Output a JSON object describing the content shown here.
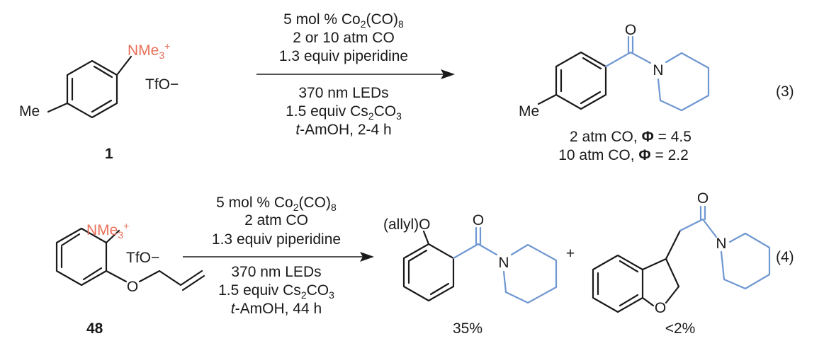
{
  "colors": {
    "text": "#1a1a1a",
    "ammonium": "#e8705a",
    "amide": "#6f97d2"
  },
  "reaction3": {
    "substrate": {
      "group": "NMe",
      "group_sub": "3",
      "charge": "+",
      "counterion": "TfO−",
      "methyl": "Me",
      "label": "1"
    },
    "conditions_above": {
      "line1_pre": "5 mol % Co",
      "line1_sub1": "2",
      "line1_mid": "(CO)",
      "line1_sub2": "8",
      "line2": "2 or 10 atm CO",
      "line3": "1.3 equiv piperidine"
    },
    "conditions_below": {
      "line1": "370 nm LEDs",
      "line2_pre": "1.5 equiv Cs",
      "line2_sub": "2",
      "line2_post": "CO",
      "line2_sub2": "3",
      "line3_italic": "t",
      "line3_rest": "-AmOH, 2-4 h"
    },
    "product": {
      "oxygen": "O",
      "nitrogen": "N",
      "methyl": "Me"
    },
    "results": {
      "r1_pre": "2 atm CO, ",
      "r1_symbol": "Φ",
      "r1_post": " = 4.5",
      "r2_pre": "10 atm CO, ",
      "r2_symbol": "Φ",
      "r2_post": " = 2.2"
    },
    "equation_number": "(3)"
  },
  "reaction4": {
    "substrate": {
      "group": "NMe",
      "group_sub": "3",
      "charge": "+",
      "counterion": "TfO−",
      "ether_o": "O",
      "label": "48"
    },
    "conditions_above": {
      "line1_pre": "5 mol % Co",
      "line1_sub1": "2",
      "line1_mid": "(CO)",
      "line1_sub2": "8",
      "line2": "2 atm CO",
      "line3": "1.3 equiv piperidine"
    },
    "conditions_below": {
      "line1": "370 nm LEDs",
      "line2_pre": "1.5 equiv Cs",
      "line2_sub": "2",
      "line2_post": "CO",
      "line2_sub2": "3",
      "line3_italic": "t",
      "line3_rest": "-AmOH, 44 h"
    },
    "product_a": {
      "allyloxy": "(allyl)O",
      "oxygen": "O",
      "nitrogen": "N",
      "yield": "35%"
    },
    "plus": "+",
    "product_b": {
      "oxygen": "O",
      "nitrogen": "N",
      "ring_o": "O",
      "yield": "<2%"
    },
    "equation_number": "(4)"
  }
}
